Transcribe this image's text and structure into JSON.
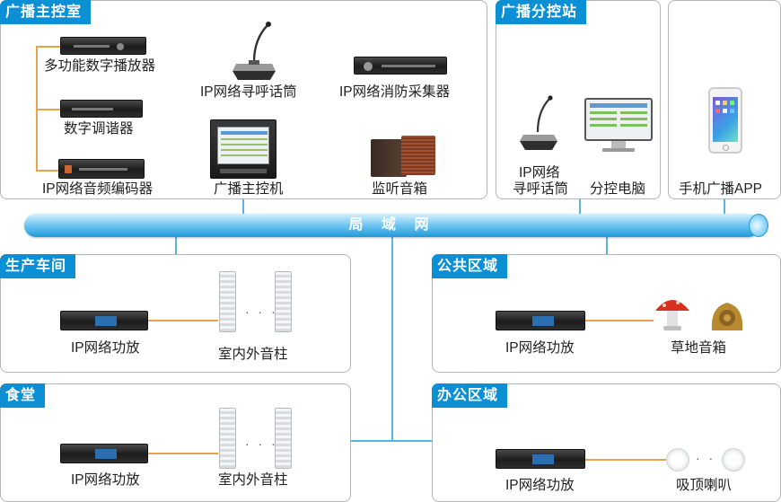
{
  "network": {
    "label": "局 域 网"
  },
  "control_room": {
    "title": "广播主控室",
    "player_label": "多功能数字播放器",
    "tuner_label": "数字调谐器",
    "encoder_label": "IP网络音频编码器",
    "mic_label": "IP网络寻呼话筒",
    "fire_label": "IP网络消防采集器",
    "host_label": "广播主控机",
    "monitor_label": "监听音箱"
  },
  "branch": {
    "title": "广播分控站",
    "mic_label_line1": "IP网络",
    "mic_label_line2": "寻呼话筒",
    "pc_label": "分控电脑"
  },
  "mobile": {
    "label": "手机广播APP"
  },
  "zones": [
    {
      "title": "生产车间",
      "amp_label": "IP网络功放",
      "speaker_label": "室内外音柱",
      "dots": "· · ·"
    },
    {
      "title": "食堂",
      "amp_label": "IP网络功放",
      "speaker_label": "室内外音柱",
      "dots": "· · ·"
    },
    {
      "title": "公共区域",
      "amp_label": "IP网络功放",
      "speaker_label": "草地音箱"
    },
    {
      "title": "办公区域",
      "amp_label": "IP网络功放",
      "speaker_label": "吸顶喇叭",
      "dots": "· · ·"
    }
  ],
  "colors": {
    "accent": "#0b8fd5",
    "bus": "#6ec5f1",
    "link": "#e8a24c"
  }
}
